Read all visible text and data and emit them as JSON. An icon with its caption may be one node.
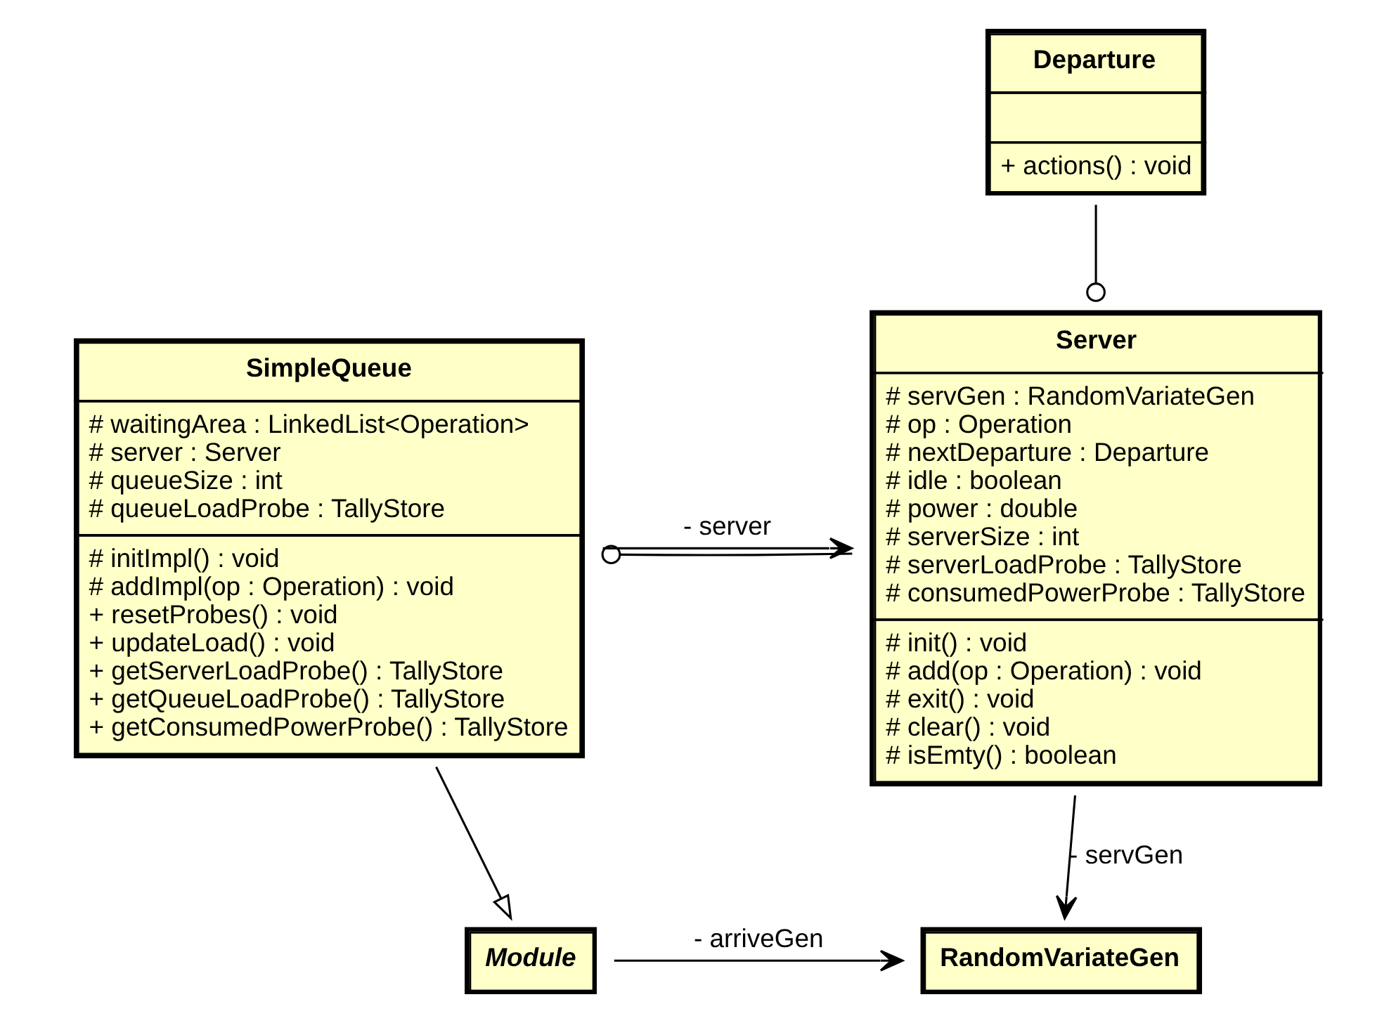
{
  "diagram": {
    "nodes": [
      {
        "text": [
          "Module"
        ]
      },
      {
        "text": [
          "RandomVariateGen"
        ]
      },
      {
        "text": [
          "SimpleQueue",
          "# waitingArea : LinkedList<Operation>",
          "# server : Server",
          "# queueSize : int",
          "# queueLoadProbe : TallyStore",
          "# initImpl() : void",
          "# addImpl(op : Operation) : void",
          "+ resetProbes() : void",
          "+ updateLoad() : void",
          "+ getServerLoadProbe() : TallyStore",
          "+ getQueueLoadProbe() : TallyStore",
          "+ getConsumedPowerProbe() : TallyStore"
        ]
      },
      {
        "text": [
          "Server",
          "# servGen : RandomVariateGen",
          "# op : Operation",
          "# nextDeparture : Departure",
          "# idle : boolean",
          "# power : double",
          "# serverSize : int",
          "# serverLoadProbe : TallyStore",
          "# consumedPowerProbe : TallyStore",
          "# init() : void",
          "# add(op : Operation) : void",
          "# exit() : void",
          "# clear() : void",
          "# isEmty() : boolean"
        ]
      },
      {
        "text": [
          "Departure",
          "+ actions() : void"
        ]
      }
    ],
    "edges": [
      {
        "from": 0,
        "to": 1,
        "arrow": "to",
        "label": "- arriveGen"
      },
      {
        "from": 2,
        "to": 0,
        "arrow": "to"
      },
      {
        "from": 3,
        "to": 1,
        "arrow": "to",
        "label": "- servGen"
      },
      {
        "from": 2,
        "to": 3,
        "arrow": "to",
        "label": "- server"
      },
      {
        "from": 3,
        "to": 2,
        "arrow": "other"
      },
      {
        "from": 4,
        "to": 3,
        "arrow": "other"
      }
    ]
  }
}
